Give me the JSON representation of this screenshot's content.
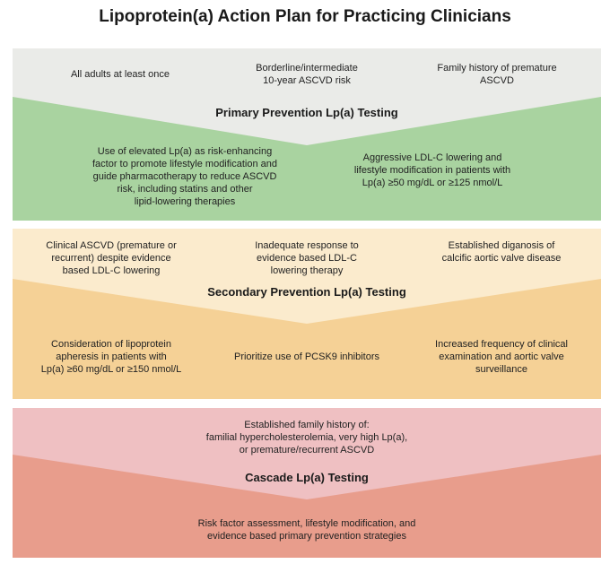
{
  "title": "Lipoprotein(a) Action Plan for Practicing Clinicians",
  "colors": {
    "primary_top": "#eaebe8",
    "primary_bottom": "#a9d3a0",
    "secondary_top": "#fbebcd",
    "secondary_bottom": "#f5d196",
    "cascade_top": "#efc0c2",
    "cascade_bottom": "#e89d8c"
  },
  "primary": {
    "heading": "Primary Prevention Lp(a) Testing",
    "triggers": [
      "All adults at least once",
      "Borderline/intermediate\n10-year ASCVD risk",
      "Family history of premature\nASCVD"
    ],
    "actions": [
      "Use of elevated Lp(a) as risk-enhancing\nfactor to promote lifestyle modification and\nguide pharmacotherapy to reduce ASCVD\nrisk, including statins and other\nlipid-lowering therapies",
      "Aggressive LDL-C lowering and\nlifestyle modification in patients with\nLp(a) ≥50 mg/dL or ≥125 nmol/L"
    ]
  },
  "secondary": {
    "heading": "Secondary Prevention Lp(a) Testing",
    "triggers": [
      "Clinical ASCVD (premature or\nrecurrent) despite evidence\nbased LDL-C lowering",
      "Inadequate response to\nevidence based LDL-C\nlowering therapy",
      "Established diganosis of\ncalcific aortic valve disease"
    ],
    "actions": [
      "Consideration of lipoprotein\napheresis in patients with\nLp(a) ≥60 mg/dL or ≥150 nmol/L",
      "Prioritize use of PCSK9 inhibitors",
      "Increased frequency of clinical\nexamination and aortic valve\nsurveillance"
    ]
  },
  "cascade": {
    "heading": "Cascade Lp(a) Testing",
    "triggers": [
      "Established family history of:\nfamilial hypercholesterolemia, very high Lp(a),\nor premature/recurrent ASCVD"
    ],
    "actions": [
      "Risk factor assessment, lifestyle modification, and\nevidence based primary prevention strategies"
    ]
  }
}
